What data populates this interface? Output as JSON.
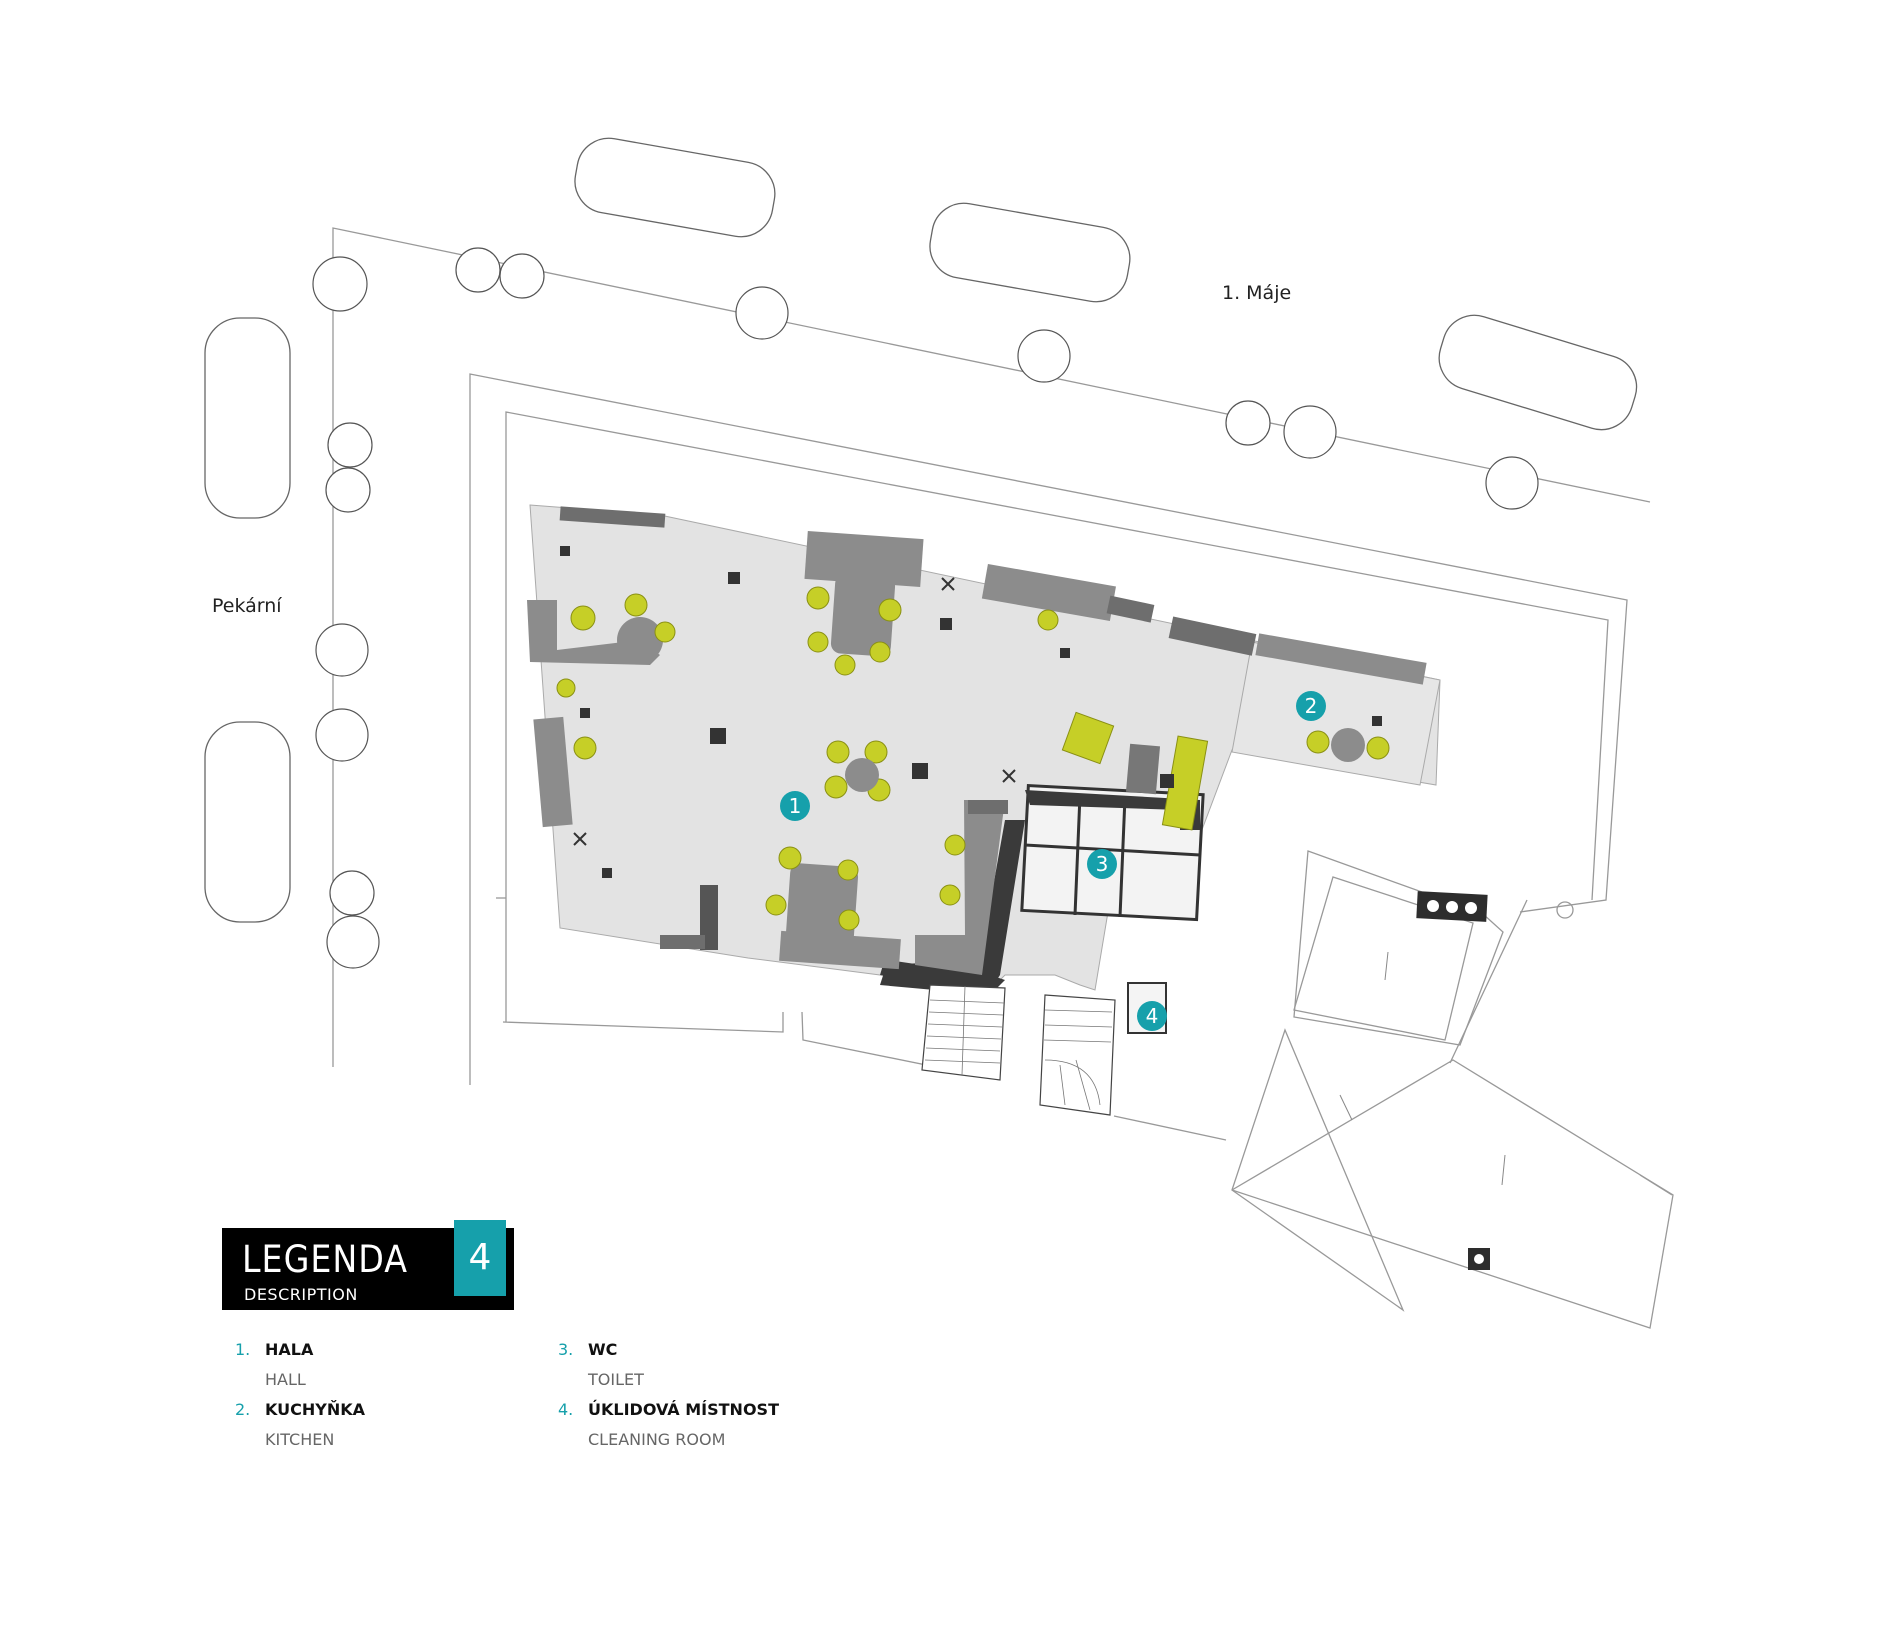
{
  "streets": {
    "top": "1. Máje",
    "left": "Pekární"
  },
  "markers": [
    "1",
    "2",
    "3",
    "4"
  ],
  "legend": {
    "title": "LEGENDA",
    "subtitle": "DESCRIPTION",
    "number": "4",
    "items": [
      {
        "num": "1.",
        "label": "HALA",
        "sub": "HALL"
      },
      {
        "num": "2.",
        "label": "KUCHYŇKA",
        "sub": "KITCHEN"
      },
      {
        "num": "3.",
        "label": "WC",
        "sub": "TOILET"
      },
      {
        "num": "4.",
        "label": "ÚKLIDOVÁ MÍSTNOST",
        "sub": "CLEANING ROOM"
      }
    ]
  },
  "colors": {
    "accent": "#16a0ab",
    "furniture_green": "#c6cf27",
    "floor": "#e3e3e3",
    "furniture_gray": "#8a8a8a",
    "wall_dark": "#3a3a3a"
  }
}
